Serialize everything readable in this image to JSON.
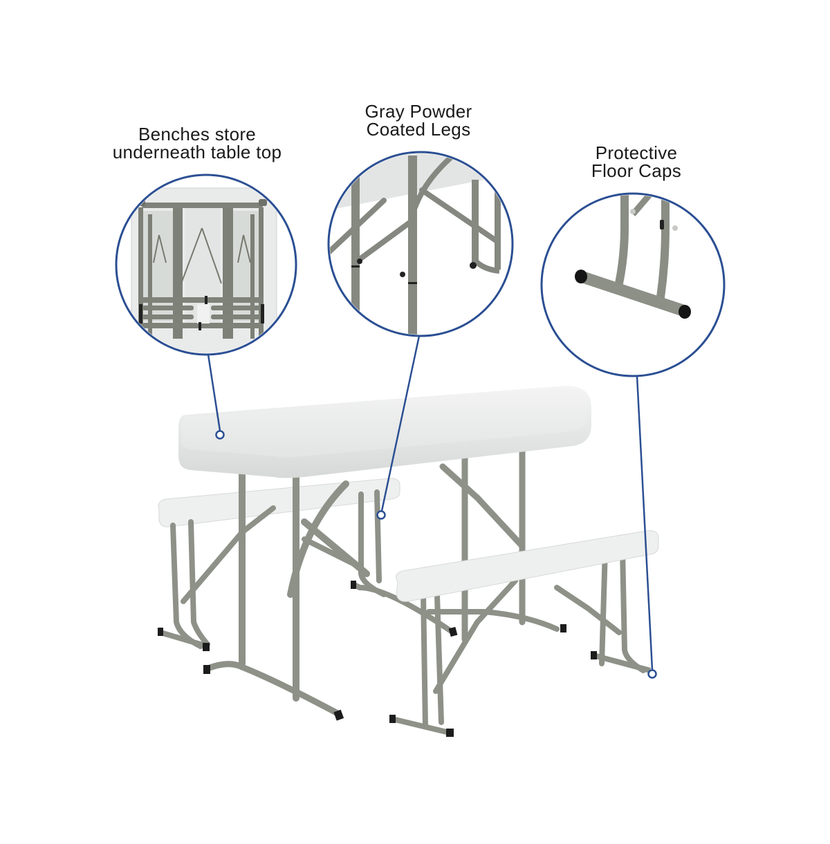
{
  "callouts": [
    {
      "id": "benches-storage",
      "title_lines": [
        "Benches store",
        "underneath table top"
      ],
      "image_subject": "underside of folded table top showing stored benches and folded legs"
    },
    {
      "id": "powder-coated-legs",
      "title_lines": [
        "Gray Powder",
        "Coated Legs"
      ],
      "image_subject": "close-up of gray steel legs and folding braces"
    },
    {
      "id": "floor-caps",
      "title_lines": [
        "Protective",
        "Floor Caps"
      ],
      "image_subject": "close-up of leg foot bar with black end caps"
    }
  ],
  "product": {
    "subject": "white plastic folding picnic table with two benches and gray steel legs"
  },
  "colors": {
    "callout_ring": "#2b4f93",
    "leader_line": "#2b4f93",
    "table_top": "#eceeed",
    "steel_legs": "#8e9188",
    "floor_caps": "#1c1c1c",
    "text": "#1a1a1a"
  }
}
